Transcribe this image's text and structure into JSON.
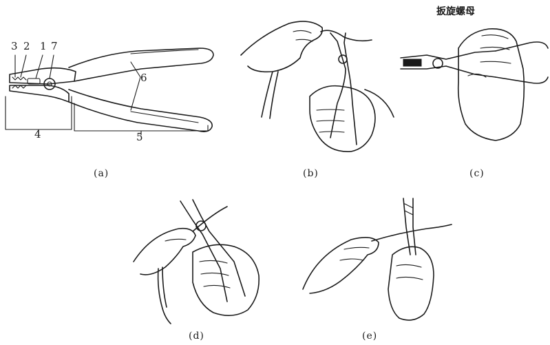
{
  "panels": {
    "a": {
      "caption": "(a)",
      "part_numbers": [
        "3",
        "2",
        "1",
        "7",
        "6",
        "4",
        "5"
      ]
    },
    "b": {
      "caption": "(b)"
    },
    "c": {
      "caption": "(c)",
      "title": "扳旋螺母"
    },
    "d": {
      "caption": "(d)"
    },
    "e": {
      "caption": "(e)"
    }
  }
}
